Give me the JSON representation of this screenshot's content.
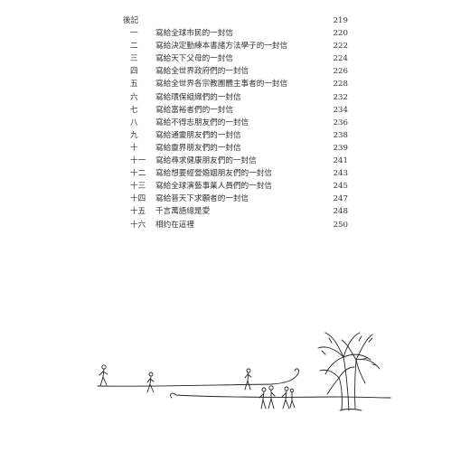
{
  "toc": {
    "afterword": {
      "title": "後記",
      "page": "219"
    },
    "entries": [
      {
        "num": "一",
        "title": "寫給全球市民的一封信",
        "page": "220"
      },
      {
        "num": "二",
        "title": "寫給決定勤練本書諸方法學子的一封信",
        "page": "222"
      },
      {
        "num": "三",
        "title": "寫給天下父母的一封信",
        "page": "224"
      },
      {
        "num": "四",
        "title": "寫給全世界政府們的一封信",
        "page": "226"
      },
      {
        "num": "五",
        "title": "寫給全世界各宗教團體主事者的一封信",
        "page": "228"
      },
      {
        "num": "六",
        "title": "寫給環保組織們的一封信",
        "page": "232"
      },
      {
        "num": "七",
        "title": "寫給富裕者們的一封信",
        "page": "234"
      },
      {
        "num": "八",
        "title": "寫給不得志朋友們的一封信",
        "page": "236"
      },
      {
        "num": "九",
        "title": "寫給通靈朋友們的一封信",
        "page": "238"
      },
      {
        "num": "十",
        "title": "寫給靈界朋友們的一封信",
        "page": "239"
      },
      {
        "num": "十一",
        "title": "寫給尋求健康朋友們的一封信",
        "page": "241"
      },
      {
        "num": "十二",
        "title": "寫給想要經營婚姻朋友們的一封信",
        "page": "243"
      },
      {
        "num": "十三",
        "title": "寫給全球演藝事業人員們的一封信",
        "page": "245"
      },
      {
        "num": "十四",
        "title": "寫給普天下求願者的一封信",
        "page": "247"
      },
      {
        "num": "十五",
        "title": "千言萬語總是愛",
        "page": "248"
      },
      {
        "num": "十六",
        "title": "相约在這裡",
        "page": "250"
      }
    ]
  }
}
